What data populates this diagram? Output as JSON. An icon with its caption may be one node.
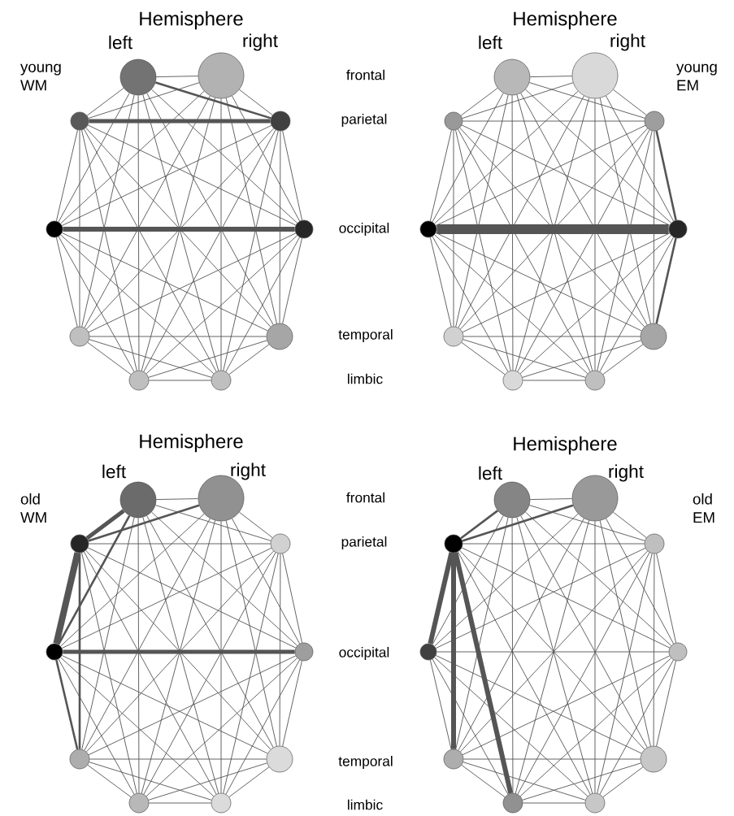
{
  "diagram": {
    "nodes": [
      {
        "text": [],
        "shape": "circle"
      },
      {
        "text": [],
        "shape": "circle"
      },
      {
        "text": [],
        "shape": "circle"
      },
      {
        "text": [],
        "shape": "circle"
      },
      {
        "text": [],
        "shape": "circle"
      },
      {
        "text": [],
        "shape": "circle"
      },
      {
        "text": [],
        "shape": "circle"
      },
      {
        "text": [],
        "shape": "circle"
      },
      {
        "text": [],
        "shape": "circle"
      },
      {
        "text": [],
        "shape": "circle"
      },
      {
        "text": [],
        "shape": "circle"
      },
      {
        "text": [],
        "shape": "circle"
      },
      {
        "text": [],
        "shape": "circle"
      },
      {
        "text": [],
        "shape": "circle"
      },
      {
        "text": [],
        "shape": "circle"
      },
      {
        "text": [],
        "shape": "circle"
      },
      {
        "text": [],
        "shape": "circle"
      },
      {
        "text": [],
        "shape": "circle"
      },
      {
        "text": [],
        "shape": "circle"
      },
      {
        "text": [],
        "shape": "circle"
      },
      {
        "text": [],
        "shape": "circle"
      },
      {
        "text": [],
        "shape": "circle"
      },
      {
        "text": [],
        "shape": "circle"
      },
      {
        "text": [],
        "shape": "circle"
      },
      {
        "text": [],
        "shape": "circle"
      },
      {
        "text": [],
        "shape": "circle"
      },
      {
        "text": [],
        "shape": "circle"
      },
      {
        "text": [],
        "shape": "circle"
      },
      {
        "text": [],
        "shape": "circle"
      },
      {
        "text": [],
        "shape": "circle"
      },
      {
        "text": [],
        "shape": "circle"
      },
      {
        "text": [],
        "shape": "circle"
      },
      {
        "text": [],
        "shape": "circle"
      },
      {
        "text": [],
        "shape": "circle"
      },
      {
        "text": [],
        "shape": "circle"
      },
      {
        "text": [],
        "shape": "circle"
      },
      {
        "text": [],
        "shape": "circle"
      },
      {
        "text": [],
        "shape": "circle"
      },
      {
        "text": [],
        "shape": "circle"
      },
      {
        "text": [],
        "shape": "circle"
      }
    ],
    "edges": [
      {
        "from": 0,
        "to": 1,
        "arrow": "none"
      },
      {
        "from": 0,
        "to": 2,
        "arrow": "none"
      },
      {
        "from": 0,
        "to": 3,
        "arrow": "none",
        "style": "thick"
      },
      {
        "from": 0,
        "to": 4,
        "arrow": "none"
      },
      {
        "from": 0,
        "to": 5,
        "arrow": "none"
      },
      {
        "from": 0,
        "to": 6,
        "arrow": "none"
      },
      {
        "from": 0,
        "to": 7,
        "arrow": "none"
      },
      {
        "from": 0,
        "to": 8,
        "arrow": "none"
      },
      {
        "from": 0,
        "to": 9,
        "arrow": "none"
      },
      {
        "from": 1,
        "to": 2,
        "arrow": "none"
      },
      {
        "from": 1,
        "to": 3,
        "arrow": "none"
      },
      {
        "from": 1,
        "to": 4,
        "arrow": "none"
      },
      {
        "from": 1,
        "to": 5,
        "arrow": "none"
      },
      {
        "from": 1,
        "to": 6,
        "arrow": "none"
      },
      {
        "from": 1,
        "to": 7,
        "arrow": "none"
      },
      {
        "from": 1,
        "to": 8,
        "arrow": "none"
      },
      {
        "from": 1,
        "to": 9,
        "arrow": "none"
      },
      {
        "from": 2,
        "to": 3,
        "arrow": "none",
        "style": "thick"
      },
      {
        "from": 2,
        "to": 4,
        "arrow": "none"
      },
      {
        "from": 2,
        "to": 5,
        "arrow": "none"
      },
      {
        "from": 2,
        "to": 6,
        "arrow": "none"
      },
      {
        "from": 2,
        "to": 7,
        "arrow": "none"
      },
      {
        "from": 2,
        "to": 8,
        "arrow": "none"
      },
      {
        "from": 2,
        "to": 9,
        "arrow": "none"
      },
      {
        "from": 3,
        "to": 4,
        "arrow": "none"
      },
      {
        "from": 3,
        "to": 5,
        "arrow": "none"
      },
      {
        "from": 3,
        "to": 6,
        "arrow": "none"
      },
      {
        "from": 3,
        "to": 7,
        "arrow": "none"
      },
      {
        "from": 3,
        "to": 8,
        "arrow": "none"
      },
      {
        "from": 3,
        "to": 9,
        "arrow": "none"
      },
      {
        "from": 4,
        "to": 5,
        "arrow": "none",
        "style": "thick"
      },
      {
        "from": 4,
        "to": 6,
        "arrow": "none"
      },
      {
        "from": 4,
        "to": 7,
        "arrow": "none"
      },
      {
        "from": 4,
        "to": 8,
        "arrow": "none"
      },
      {
        "from": 4,
        "to": 9,
        "arrow": "none"
      },
      {
        "from": 5,
        "to": 6,
        "arrow": "none"
      },
      {
        "from": 5,
        "to": 7,
        "arrow": "none"
      },
      {
        "from": 5,
        "to": 8,
        "arrow": "none"
      },
      {
        "from": 5,
        "to": 9,
        "arrow": "none"
      },
      {
        "from": 6,
        "to": 7,
        "arrow": "none"
      },
      {
        "from": 6,
        "to": 8,
        "arrow": "none"
      },
      {
        "from": 6,
        "to": 9,
        "arrow": "none"
      },
      {
        "from": 7,
        "to": 8,
        "arrow": "none"
      },
      {
        "from": 7,
        "to": 9,
        "arrow": "none"
      },
      {
        "from": 8,
        "to": 9,
        "arrow": "none"
      },
      {
        "from": 10,
        "to": 11,
        "arrow": "none"
      },
      {
        "from": 10,
        "to": 12,
        "arrow": "none"
      },
      {
        "from": 10,
        "to": 13,
        "arrow": "none"
      },
      {
        "from": 10,
        "to": 14,
        "arrow": "none"
      },
      {
        "from": 10,
        "to": 15,
        "arrow": "none"
      },
      {
        "from": 10,
        "to": 16,
        "arrow": "none"
      },
      {
        "from": 10,
        "to": 17,
        "arrow": "none"
      },
      {
        "from": 10,
        "to": 18,
        "arrow": "none"
      },
      {
        "from": 10,
        "to": 19,
        "arrow": "none"
      },
      {
        "from": 11,
        "to": 12,
        "arrow": "none"
      },
      {
        "from": 11,
        "to": 13,
        "arrow": "none"
      },
      {
        "from": 11,
        "to": 14,
        "arrow": "none"
      },
      {
        "from": 11,
        "to": 15,
        "arrow": "none"
      },
      {
        "from": 11,
        "to": 16,
        "arrow": "none"
      },
      {
        "from": 11,
        "to": 17,
        "arrow": "none"
      },
      {
        "from": 11,
        "to": 18,
        "arrow": "none"
      },
      {
        "from": 11,
        "to": 19,
        "arrow": "none"
      },
      {
        "from": 12,
        "to": 13,
        "arrow": "none"
      },
      {
        "from": 12,
        "to": 14,
        "arrow": "none"
      },
      {
        "from": 12,
        "to": 15,
        "arrow": "none"
      },
      {
        "from": 12,
        "to": 16,
        "arrow": "none"
      },
      {
        "from": 12,
        "to": 17,
        "arrow": "none"
      },
      {
        "from": 12,
        "to": 18,
        "arrow": "none"
      },
      {
        "from": 12,
        "to": 19,
        "arrow": "none"
      },
      {
        "from": 13,
        "to": 14,
        "arrow": "none"
      },
      {
        "from": 13,
        "to": 15,
        "arrow": "none",
        "style": "thick"
      },
      {
        "from": 13,
        "to": 16,
        "arrow": "none"
      },
      {
        "from": 13,
        "to": 17,
        "arrow": "none"
      },
      {
        "from": 13,
        "to": 18,
        "arrow": "none"
      },
      {
        "from": 13,
        "to": 19,
        "arrow": "none"
      },
      {
        "from": 14,
        "to": 15,
        "arrow": "none",
        "style": "thick"
      },
      {
        "from": 14,
        "to": 16,
        "arrow": "none"
      },
      {
        "from": 14,
        "to": 17,
        "arrow": "none"
      },
      {
        "from": 14,
        "to": 18,
        "arrow": "none"
      },
      {
        "from": 14,
        "to": 19,
        "arrow": "none"
      },
      {
        "from": 15,
        "to": 16,
        "arrow": "none"
      },
      {
        "from": 15,
        "to": 17,
        "arrow": "none",
        "style": "thick"
      },
      {
        "from": 15,
        "to": 18,
        "arrow": "none"
      },
      {
        "from": 15,
        "to": 19,
        "arrow": "none"
      },
      {
        "from": 16,
        "to": 17,
        "arrow": "none"
      },
      {
        "from": 16,
        "to": 18,
        "arrow": "none"
      },
      {
        "from": 16,
        "to": 19,
        "arrow": "none"
      },
      {
        "from": 17,
        "to": 18,
        "arrow": "none"
      },
      {
        "from": 17,
        "to": 19,
        "arrow": "none"
      },
      {
        "from": 18,
        "to": 19,
        "arrow": "none"
      },
      {
        "from": 20,
        "to": 21,
        "arrow": "none"
      },
      {
        "from": 20,
        "to": 22,
        "arrow": "none",
        "style": "thick"
      },
      {
        "from": 20,
        "to": 23,
        "arrow": "none"
      },
      {
        "from": 20,
        "to": 24,
        "arrow": "none",
        "style": "thick"
      },
      {
        "from": 20,
        "to": 25,
        "arrow": "none"
      },
      {
        "from": 20,
        "to": 26,
        "arrow": "none"
      },
      {
        "from": 20,
        "to": 27,
        "arrow": "none"
      },
      {
        "from": 20,
        "to": 28,
        "arrow": "none"
      },
      {
        "from": 20,
        "to": 29,
        "arrow": "none"
      },
      {
        "from": 21,
        "to": 22,
        "arrow": "none",
        "style": "thick"
      },
      {
        "from": 21,
        "to": 23,
        "arrow": "none"
      },
      {
        "from": 21,
        "to": 24,
        "arrow": "none"
      },
      {
        "from": 21,
        "to": 25,
        "arrow": "none"
      },
      {
        "from": 21,
        "to": 26,
        "arrow": "none"
      },
      {
        "from": 21,
        "to": 27,
        "arrow": "none"
      },
      {
        "from": 21,
        "to": 28,
        "arrow": "none"
      },
      {
        "from": 21,
        "to": 29,
        "arrow": "none"
      },
      {
        "from": 22,
        "to": 23,
        "arrow": "none"
      },
      {
        "from": 22,
        "to": 24,
        "arrow": "none",
        "style": "thick"
      },
      {
        "from": 22,
        "to": 25,
        "arrow": "none"
      },
      {
        "from": 22,
        "to": 26,
        "arrow": "none",
        "style": "thick"
      },
      {
        "from": 22,
        "to": 27,
        "arrow": "none"
      },
      {
        "from": 22,
        "to": 28,
        "arrow": "none"
      },
      {
        "from": 22,
        "to": 29,
        "arrow": "none"
      },
      {
        "from": 23,
        "to": 24,
        "arrow": "none"
      },
      {
        "from": 23,
        "to": 25,
        "arrow": "none"
      },
      {
        "from": 23,
        "to": 26,
        "arrow": "none"
      },
      {
        "from": 23,
        "to": 27,
        "arrow": "none"
      },
      {
        "from": 23,
        "to": 28,
        "arrow": "none"
      },
      {
        "from": 23,
        "to": 29,
        "arrow": "none"
      },
      {
        "from": 24,
        "to": 25,
        "arrow": "none",
        "style": "thick"
      },
      {
        "from": 24,
        "to": 26,
        "arrow": "none",
        "style": "thick"
      },
      {
        "from": 24,
        "to": 27,
        "arrow": "none"
      },
      {
        "from": 24,
        "to": 28,
        "arrow": "none"
      },
      {
        "from": 24,
        "to": 29,
        "arrow": "none"
      },
      {
        "from": 25,
        "to": 26,
        "arrow": "none"
      },
      {
        "from": 25,
        "to": 27,
        "arrow": "none"
      },
      {
        "from": 25,
        "to": 28,
        "arrow": "none"
      },
      {
        "from": 25,
        "to": 29,
        "arrow": "none"
      },
      {
        "from": 26,
        "to": 27,
        "arrow": "none"
      },
      {
        "from": 26,
        "to": 28,
        "arrow": "none"
      },
      {
        "from": 26,
        "to": 29,
        "arrow": "none"
      },
      {
        "from": 27,
        "to": 28,
        "arrow": "none"
      },
      {
        "from": 27,
        "to": 29,
        "arrow": "none"
      },
      {
        "from": 28,
        "to": 29,
        "arrow": "none"
      },
      {
        "from": 30,
        "to": 31,
        "arrow": "none"
      },
      {
        "from": 30,
        "to": 32,
        "arrow": "none",
        "style": "thick"
      },
      {
        "from": 30,
        "to": 33,
        "arrow": "none"
      },
      {
        "from": 30,
        "to": 34,
        "arrow": "none"
      },
      {
        "from": 30,
        "to": 35,
        "arrow": "none"
      },
      {
        "from": 30,
        "to": 36,
        "arrow": "none"
      },
      {
        "from": 30,
        "to": 37,
        "arrow": "none"
      },
      {
        "from": 30,
        "to": 38,
        "arrow": "none"
      },
      {
        "from": 30,
        "to": 39,
        "arrow": "none"
      },
      {
        "from": 31,
        "to": 32,
        "arrow": "none",
        "style": "thick"
      },
      {
        "from": 31,
        "to": 33,
        "arrow": "none"
      },
      {
        "from": 31,
        "to": 34,
        "arrow": "none"
      },
      {
        "from": 31,
        "to": 35,
        "arrow": "none"
      },
      {
        "from": 31,
        "to": 36,
        "arrow": "none"
      },
      {
        "from": 31,
        "to": 37,
        "arrow": "none"
      },
      {
        "from": 31,
        "to": 38,
        "arrow": "none"
      },
      {
        "from": 31,
        "to": 39,
        "arrow": "none"
      },
      {
        "from": 32,
        "to": 33,
        "arrow": "none"
      },
      {
        "from": 32,
        "to": 34,
        "arrow": "none",
        "style": "thick"
      },
      {
        "from": 32,
        "to": 35,
        "arrow": "none"
      },
      {
        "from": 32,
        "to": 36,
        "arrow": "none",
        "style": "thick"
      },
      {
        "from": 32,
        "to": 37,
        "arrow": "none"
      },
      {
        "from": 32,
        "to": 38,
        "arrow": "none",
        "style": "thick"
      },
      {
        "from": 32,
        "to": 39,
        "arrow": "none"
      },
      {
        "from": 33,
        "to": 34,
        "arrow": "none"
      },
      {
        "from": 33,
        "to": 35,
        "arrow": "none"
      },
      {
        "from": 33,
        "to": 36,
        "arrow": "none"
      },
      {
        "from": 33,
        "to": 37,
        "arrow": "none"
      },
      {
        "from": 33,
        "to": 38,
        "arrow": "none"
      },
      {
        "from": 33,
        "to": 39,
        "arrow": "none"
      },
      {
        "from": 34,
        "to": 35,
        "arrow": "none"
      },
      {
        "from": 34,
        "to": 36,
        "arrow": "none"
      },
      {
        "from": 34,
        "to": 37,
        "arrow": "none"
      },
      {
        "from": 34,
        "to": 38,
        "arrow": "none"
      },
      {
        "from": 34,
        "to": 39,
        "arrow": "none"
      },
      {
        "from": 35,
        "to": 36,
        "arrow": "none"
      },
      {
        "from": 35,
        "to": 37,
        "arrow": "none"
      },
      {
        "from": 35,
        "to": 38,
        "arrow": "none"
      },
      {
        "from": 35,
        "to": 39,
        "arrow": "none"
      },
      {
        "from": 36,
        "to": 37,
        "arrow": "none"
      },
      {
        "from": 36,
        "to": 38,
        "arrow": "none"
      },
      {
        "from": 36,
        "to": 39,
        "arrow": "none"
      },
      {
        "from": 37,
        "to": 38,
        "arrow": "none"
      },
      {
        "from": 37,
        "to": 39,
        "arrow": "none"
      },
      {
        "from": 38,
        "to": 39,
        "arrow": "none"
      }
    ],
    "labels": [
      "Hemisphere",
      "Hemisphere",
      "left",
      "right",
      "left",
      "right",
      "young WM",
      "frontal",
      "young EM",
      "parietal",
      "occipital",
      "temporal",
      "limbic",
      "Hemisphere",
      "Hemisphere",
      "left",
      "right",
      "left",
      "right",
      "old WM",
      "frontal",
      "old EM",
      "parietal",
      "occipital",
      "temporal",
      "limbic"
    ]
  }
}
